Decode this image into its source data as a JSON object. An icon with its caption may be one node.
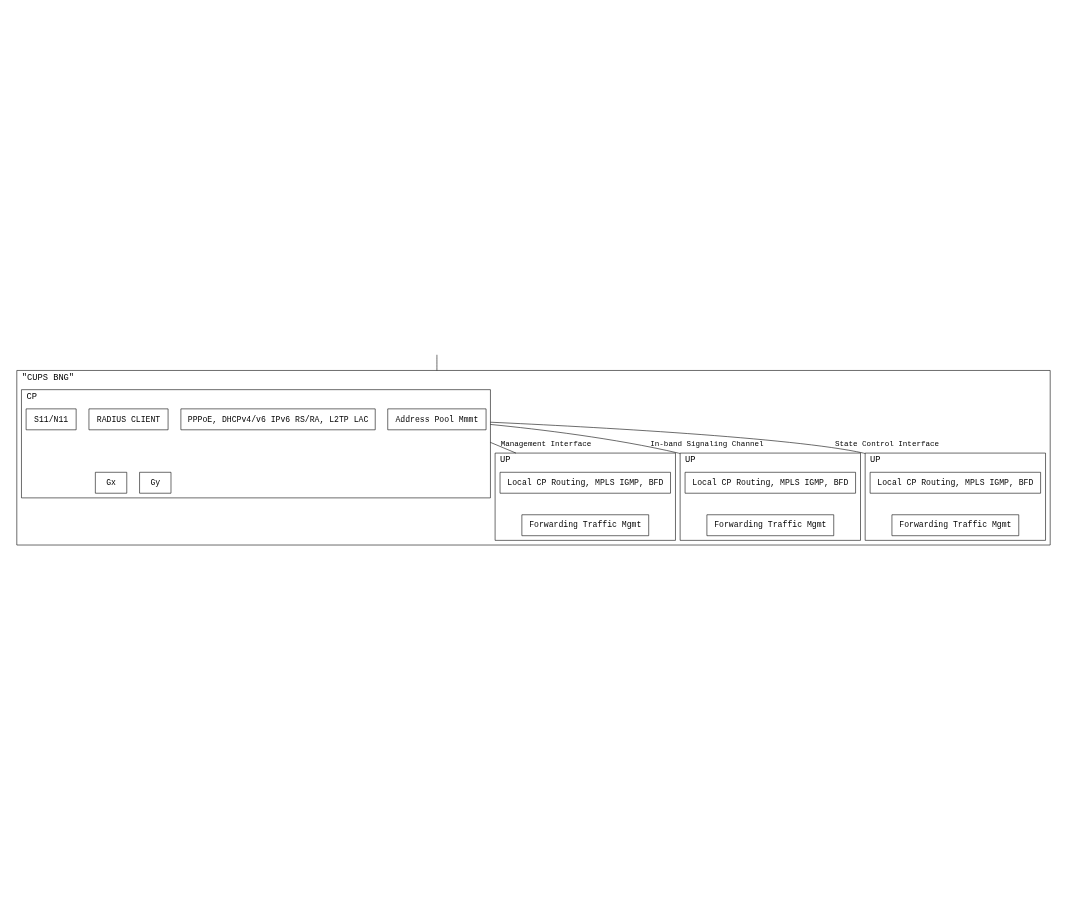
{
  "diagram": {
    "nodes": [
      {
        "text": [
          "\"CUPS BNG\""
        ]
      },
      {
        "text": [
          "CP"
        ],
        "in": 0
      },
      {
        "text": [
          "Address Pool Mmmt"
        ],
        "in": 1
      },
      {
        "text": [
          "PPPoE, DHCPv4/v6 IPv6 RS/RA, L2TP LAC"
        ],
        "in": 1
      },
      {
        "text": [
          "RADIUS CLIENT"
        ],
        "in": 1
      },
      {
        "text": [
          "S11/N11"
        ],
        "in": 1
      },
      {
        "text": [
          "Gx"
        ],
        "in": 1
      },
      {
        "text": [
          "Gy"
        ],
        "in": 1
      },
      {
        "text": [
          "UP"
        ],
        "in": 0
      },
      {
        "text": [
          "Local CP Routing, MPLS IGMP, BFD"
        ],
        "in": 8
      },
      {
        "text": [
          "Forwarding Traffic Mgmt"
        ],
        "in": 8
      },
      {
        "text": [
          "UP"
        ],
        "in": 0
      },
      {
        "text": [
          "Local CP Routing, MPLS IGMP, BFD"
        ],
        "in": 11
      },
      {
        "text": [
          "Forwarding Traffic Mgmt"
        ],
        "in": 11
      },
      {
        "text": [
          "UP"
        ],
        "in": 0
      },
      {
        "text": [
          "Local CP Routing, MPLS IGMP, BFD"
        ],
        "in": 14
      },
      {
        "text": [
          "Forwarding Traffic Mgmt"
        ],
        "in": 14
      }
    ],
    "edges": [
      {
        "from": null,
        "to": 0,
        "arrow": "none"
      },
      {
        "from": 1,
        "to": 8,
        "arrow": "none",
        "label": "Management Interface"
      },
      {
        "from": 1,
        "to": 11,
        "arrow": "none",
        "label": "In-band Signaling Channel"
      },
      {
        "from": 1,
        "to": 14,
        "arrow": "none",
        "label": "State Control Interface"
      }
    ]
  }
}
